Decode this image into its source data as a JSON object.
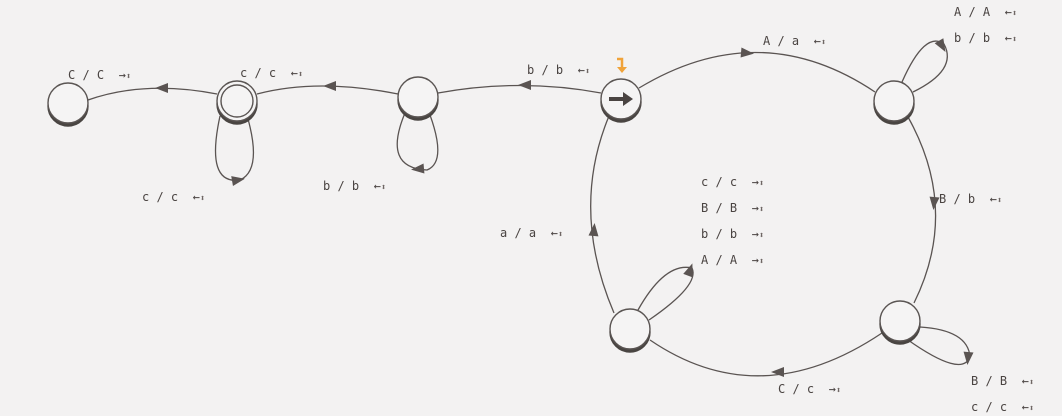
{
  "diagram": {
    "colors": {
      "background": "#f3f2f2",
      "stroke": "#5a5452",
      "state_fill": "#f5f4f4",
      "start_marker": "#f0a33a",
      "label": "#4a4442"
    },
    "states": [
      {
        "id": "q0",
        "start": true,
        "accepting": false
      },
      {
        "id": "q1",
        "start": false,
        "accepting": false
      },
      {
        "id": "q2",
        "start": false,
        "accepting": true
      },
      {
        "id": "q3",
        "start": false,
        "accepting": false
      },
      {
        "id": "q4",
        "start": false,
        "accepting": false
      },
      {
        "id": "q5",
        "start": false,
        "accepting": false
      },
      {
        "id": "q6",
        "start": false,
        "accepting": false
      }
    ],
    "transitions": [
      {
        "id": "t1",
        "from": "q0",
        "to": "q1",
        "lines": [
          {
            "io": "b / b",
            "move": "←"
          }
        ]
      },
      {
        "id": "t2",
        "from": "q1",
        "to": "q1",
        "lines": [
          {
            "io": "b / b",
            "move": "←"
          }
        ]
      },
      {
        "id": "t3",
        "from": "q1",
        "to": "q2",
        "lines": [
          {
            "io": "c / c",
            "move": "←"
          }
        ]
      },
      {
        "id": "t4",
        "from": "q2",
        "to": "q2",
        "lines": [
          {
            "io": "c / c",
            "move": "←"
          }
        ]
      },
      {
        "id": "t5",
        "from": "q2",
        "to": "q3",
        "lines": [
          {
            "io": "C / C",
            "move": "→"
          }
        ]
      },
      {
        "id": "t6",
        "from": "q0",
        "to": "q4",
        "lines": [
          {
            "io": "A / a",
            "move": "←"
          }
        ]
      },
      {
        "id": "t7",
        "from": "q4",
        "to": "q4",
        "lines": [
          {
            "io": "A / A",
            "move": "←"
          },
          {
            "io": "b / b",
            "move": "←"
          }
        ]
      },
      {
        "id": "t8",
        "from": "q4",
        "to": "q5",
        "lines": [
          {
            "io": "B / b",
            "move": "←"
          }
        ]
      },
      {
        "id": "t9",
        "from": "q5",
        "to": "q5",
        "lines": [
          {
            "io": "B / B",
            "move": "←"
          },
          {
            "io": "c / c",
            "move": "←"
          }
        ]
      },
      {
        "id": "t10",
        "from": "q5",
        "to": "q6",
        "lines": [
          {
            "io": "C / c",
            "move": "→"
          }
        ]
      },
      {
        "id": "t11",
        "from": "q6",
        "to": "q6",
        "lines": [
          {
            "io": "c / c",
            "move": "→"
          },
          {
            "io": "B / B",
            "move": "→"
          },
          {
            "io": "b / b",
            "move": "→"
          },
          {
            "io": "A / A",
            "move": "→"
          }
        ]
      },
      {
        "id": "t12",
        "from": "q6",
        "to": "q0",
        "lines": [
          {
            "io": "a / a",
            "move": "←"
          }
        ]
      }
    ],
    "updown_glyph": "⬍"
  }
}
